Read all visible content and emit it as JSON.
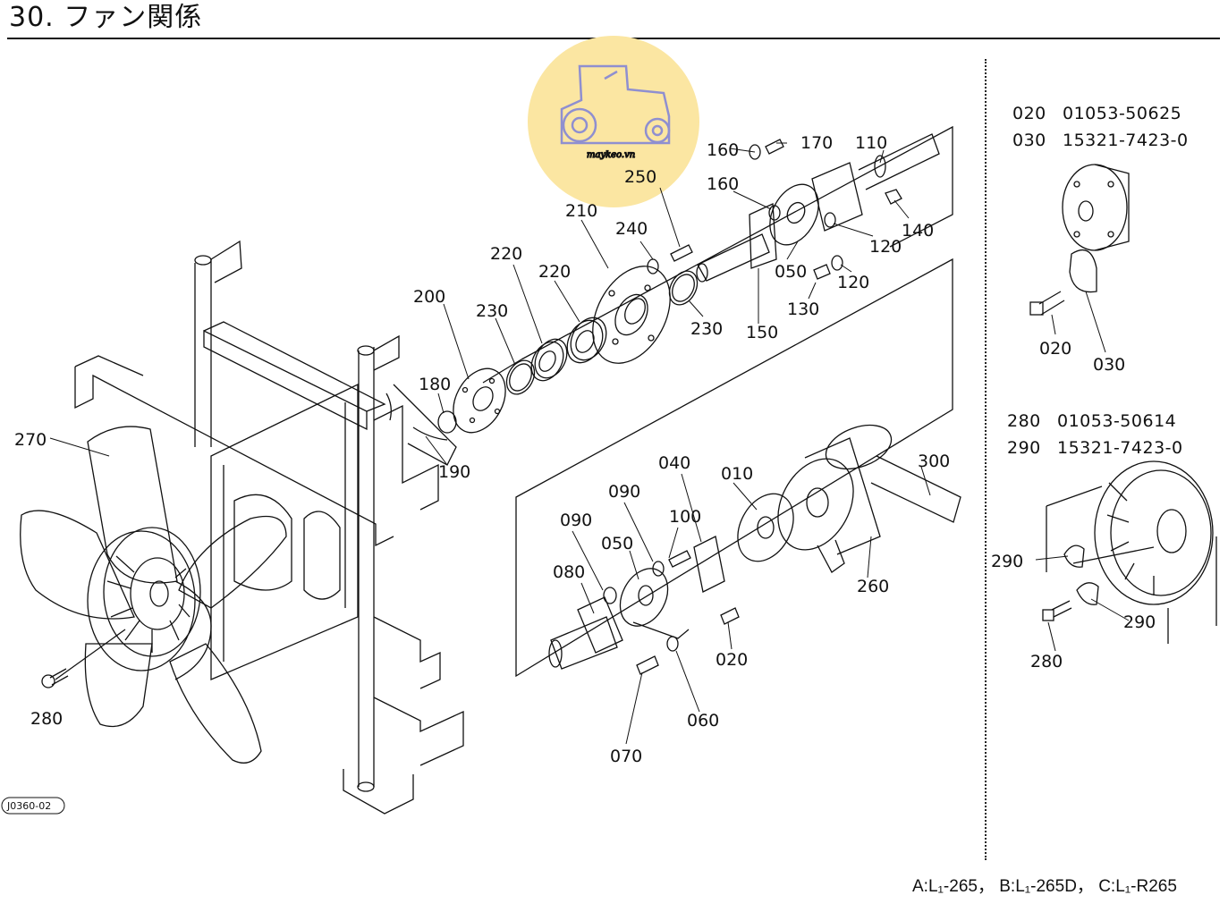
{
  "page_title": "30. ファン関係",
  "watermark_text": "maykeo.vn",
  "drawing_code": "J0360-02",
  "footnote": "A:L₁-265， B:L₁-265D， C:L₁-R265",
  "callouts": {
    "c170": "170",
    "c160a": "160",
    "c110": "110",
    "c250": "250",
    "c160b": "160",
    "c210": "210",
    "c240": "240",
    "c140": "140",
    "c120a": "120",
    "c220a": "220",
    "c220b": "220",
    "c050a": "050",
    "c120b": "120",
    "c200": "200",
    "c230a": "230",
    "c230b": "230",
    "c130": "130",
    "c150": "150",
    "c180": "180",
    "c270": "270",
    "c190": "190",
    "c040": "040",
    "c010": "010",
    "c300": "300",
    "c090a": "090",
    "c090b": "090",
    "c100": "100",
    "c050b": "050",
    "c080": "080",
    "c260": "260",
    "c020a": "020",
    "c060": "060",
    "c070": "070",
    "c280a": "280",
    "c020b": "020",
    "c030": "030",
    "c290a": "290",
    "c290b": "290",
    "c280b": "280"
  },
  "inset_top": {
    "rows": [
      {
        "ref": "020",
        "part_no": "01053-50625"
      },
      {
        "ref": "030",
        "part_no": "15321-7423-0"
      }
    ]
  },
  "inset_bottom": {
    "rows": [
      {
        "ref": "280",
        "part_no": "01053-50614"
      },
      {
        "ref": "290",
        "part_no": "15321-7423-0"
      }
    ]
  },
  "colors": {
    "line": "#111111",
    "watermark": "#fbe6a2",
    "watermark_stroke": "#8f8fd0"
  }
}
